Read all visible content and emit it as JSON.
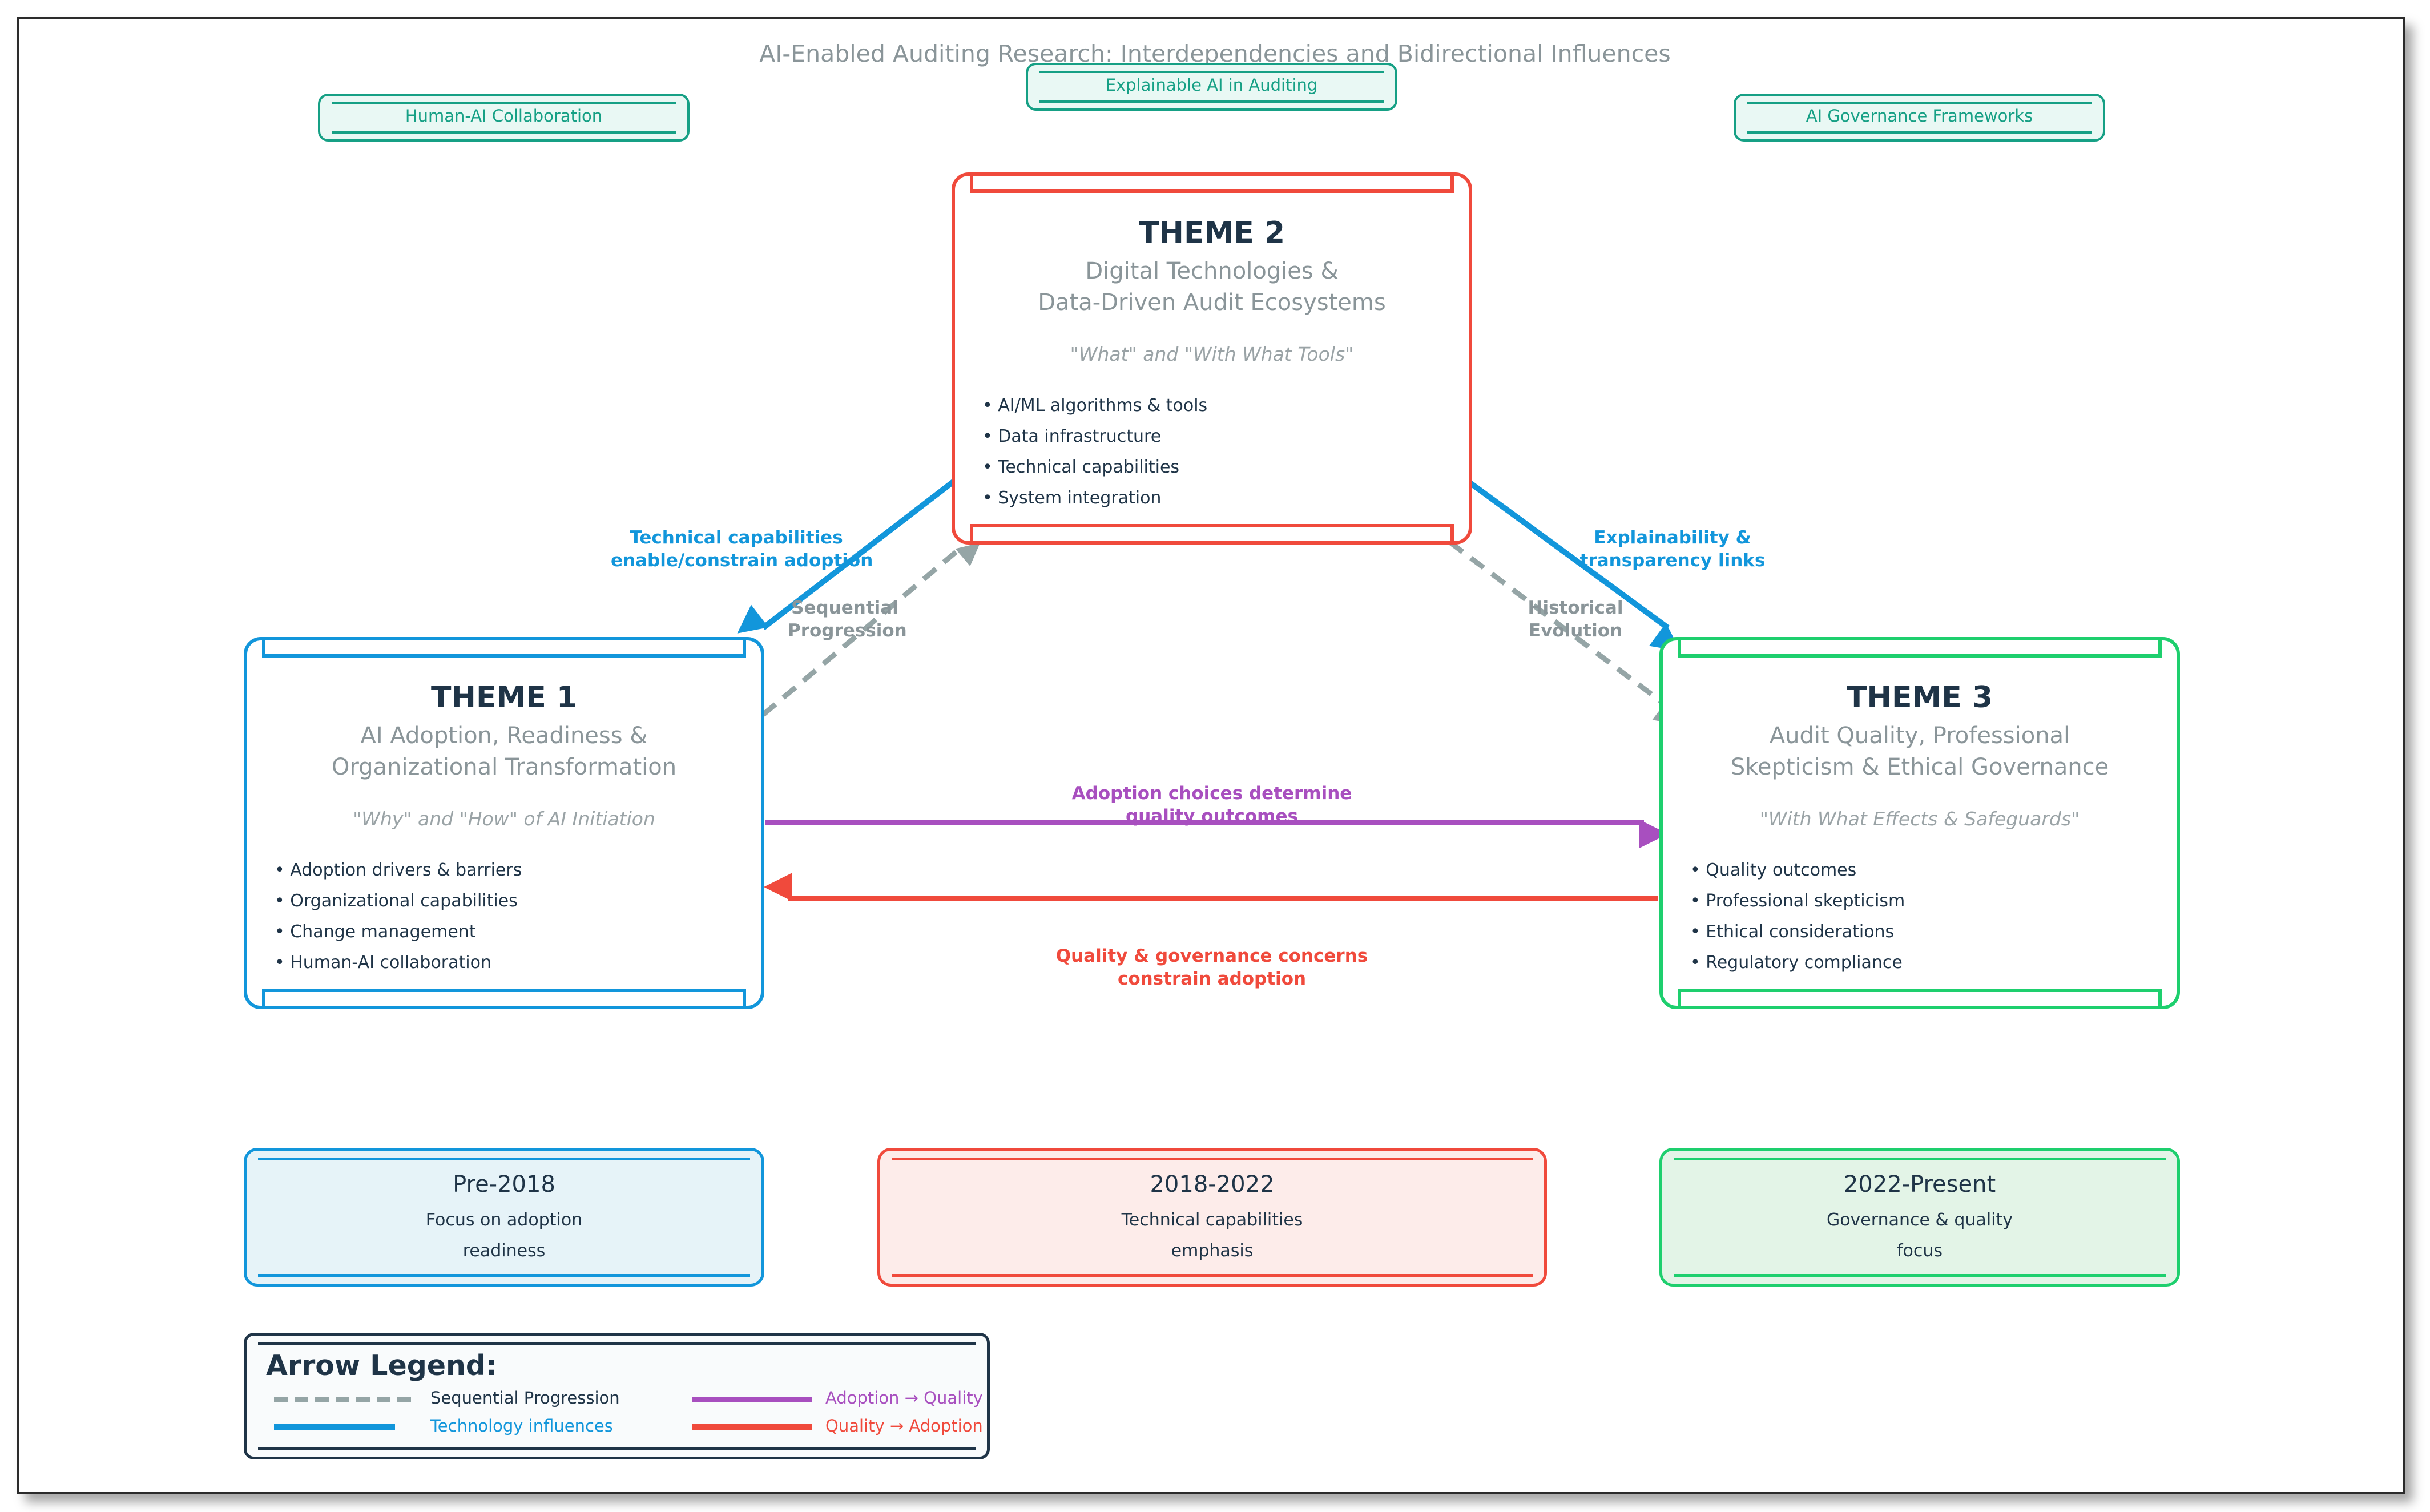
{
  "title": "AI-Enabled Auditing Research: Interdependencies and Bidirectional Influences",
  "tags": [
    "Human-AI Collaboration",
    "Explainable AI in Auditing",
    "AI Governance Frameworks"
  ],
  "themes": [
    {
      "heading": "THEME 1",
      "subtitle": [
        "AI Adoption, Readiness &",
        "Organizational Transformation"
      ],
      "question": "\"Why\" and \"How\" of AI Initiation",
      "bullets": [
        "• Adoption drivers & barriers",
        "• Organizational capabilities",
        "• Change management",
        "• Human-AI collaboration"
      ],
      "color": "#1296db"
    },
    {
      "heading": "THEME 2",
      "subtitle": [
        "Digital Technologies &",
        "Data-Driven Audit Ecosystems"
      ],
      "question": "\"What\" and \"With What Tools\"",
      "bullets": [
        "• AI/ML algorithms & tools",
        "• Data infrastructure",
        "• Technical capabilities",
        "• System integration"
      ],
      "color": "#f04a3c"
    },
    {
      "heading": "THEME 3",
      "subtitle": [
        "Audit Quality, Professional",
        "Skepticism & Ethical Governance"
      ],
      "question": "\"With What Effects & Safeguards\"",
      "bullets": [
        "• Quality outcomes",
        "• Professional skepticism",
        "• Ethical considerations",
        "• Regulatory compliance"
      ],
      "color": "#1ecf6e"
    }
  ],
  "arrow_labels": {
    "tech_adoption": [
      "Technical capabilities",
      "enable/constrain adoption"
    ],
    "sequential": [
      "Sequential",
      "Progression"
    ],
    "explainability": [
      "Explainability &",
      "transparency links"
    ],
    "historical": [
      "Historical",
      "Evolution"
    ],
    "adoption_quality": [
      "Adoption choices determine",
      "quality outcomes"
    ],
    "quality_adoption": [
      "Quality & governance concerns",
      "constrain adoption"
    ]
  },
  "eras": [
    {
      "title": "Pre-2018",
      "desc": [
        "Focus on adoption",
        "readiness"
      ],
      "color": "#1296db",
      "fill": "#e6f3f8"
    },
    {
      "title": "2018-2022",
      "desc": [
        "Technical capabilities",
        "emphasis"
      ],
      "color": "#f04a3c",
      "fill": "#fdecea"
    },
    {
      "title": "2022-Present",
      "desc": [
        "Governance & quality",
        "focus"
      ],
      "color": "#1ecf6e",
      "fill": "#e3f4e7"
    }
  ],
  "legend": {
    "title": "Arrow Legend:",
    "items": [
      {
        "label": "Sequential Progression",
        "color": "#95a5a6"
      },
      {
        "label": "Technology influences",
        "color": "#1296db"
      },
      {
        "label": "Adoption → Quality",
        "color": "#a84fbf"
      },
      {
        "label": "Quality → Adoption",
        "color": "#f04a3c"
      }
    ]
  },
  "colors": {
    "text_dark": "#1f3447",
    "muted": "#8a9599",
    "teal": "#16a085",
    "grey_arrow": "#95a5a6",
    "purple": "#a84fbf"
  }
}
